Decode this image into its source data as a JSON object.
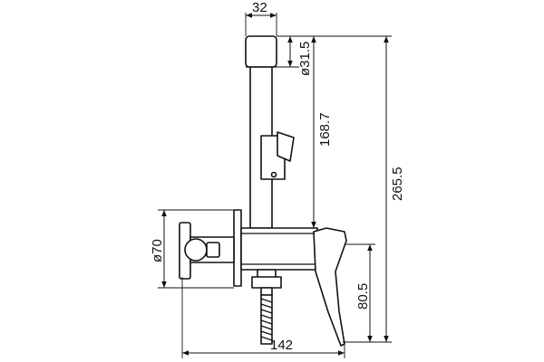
{
  "dimensions": {
    "bar_width": "32",
    "bar_diameter": "ø31.5",
    "spray_height": "168.7",
    "total_height": "265.5",
    "flange_diameter": "ø70",
    "lower_height": "80.5",
    "total_depth": "142"
  }
}
